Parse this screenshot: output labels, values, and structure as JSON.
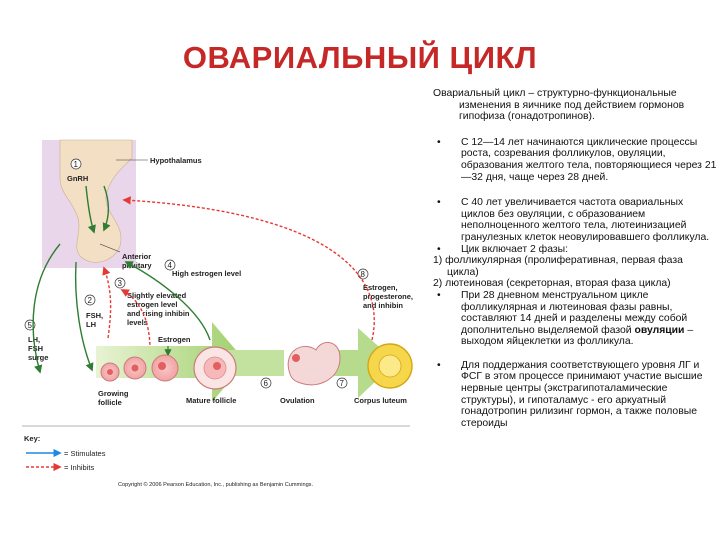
{
  "title": "ОВАРИАЛЬНЫЙ ЦИКЛ",
  "colors": {
    "title": "#c62828",
    "stimulates": "#2e7d32",
    "inhibits": "#e53935",
    "pituitary": "#f3dfc4",
    "hypothalamus_box": "#e9d6ea"
  },
  "diagram": {
    "hypothalamus": "Hypothalamus",
    "gnrh": "GnRH",
    "anterior_pituitary_1": "Anterior",
    "anterior_pituitary_2": "pituitary",
    "high_estrogen": "High estrogen level",
    "slightly_1": "Slightly elevated",
    "slightly_2": "estrogen level",
    "slightly_3": "and rising inhibin",
    "slightly_4": "levels",
    "estrogen_prog_1": "Estrogen,",
    "estrogen_prog_2": "progesterone,",
    "estrogen_prog_3": "and inhibin",
    "fsh_lh_1": "FSH,",
    "fsh_lh_2": "LH",
    "lh_surge_1": "LH,",
    "lh_surge_2": "FSH",
    "lh_surge_3": "surge",
    "estrogen": "Estrogen",
    "growing_1": "Growing",
    "growing_2": "follicle",
    "mature": "Mature follicle",
    "ovulation": "Ovulation",
    "corpus": "Corpus luteum",
    "key": "Key:",
    "stimulates": "= Stimulates",
    "inhibits": "= Inhibits",
    "copyright": "Copyright © 2006 Pearson Education, Inc., publishing as Benjamin Cummings.",
    "steps": [
      "1",
      "2",
      "3",
      "4",
      "5",
      "6",
      "7",
      "8"
    ]
  },
  "text": {
    "intro": "Овариальный цикл – структурно-функциональные изменения в яичнике под действием гормонов гипофиза (гонадотропинов).",
    "bullet_symbol": "•",
    "b1": "С 12—14 лет начинаются циклические процессы роста, созревания фолликулов, овуляции, образования желтого тела, повторяющиеся через 21—32 дня, чаще через 28 дней.",
    "b2": "С 40 лет увеличивается частота овариальных циклов без овуляции, с образованием неполноценного желтого тела, лютеинизацией гранулезных клеток неовулировавшего фолликула.",
    "b3": "Цик включает 2 фазы:",
    "phase1": "1) фолликулярная (пролиферативная, первая фаза цикла)",
    "phase2": "2) лютеиновая (секреторная, вторая фаза цикла)",
    "b4_pre": "При 28 дневном менструальном цикле фолликулярная и лютеиновая фазы равны, составляют 14 дней и разделены между собой дополнительно выделяемой фазой ",
    "b4_bold": "овуляции",
    "b4_post": " – выходом яйцеклетки из фолликула.",
    "b5": "Для поддержания соответствующего уровня ЛГ и ФСГ в этом процессе принимают участие высшие нервные центры (экстрагипоталамические структуры), и гипоталамус - его аркуатный гонадотропин рилизинг гормон, а также половые стероиды"
  }
}
